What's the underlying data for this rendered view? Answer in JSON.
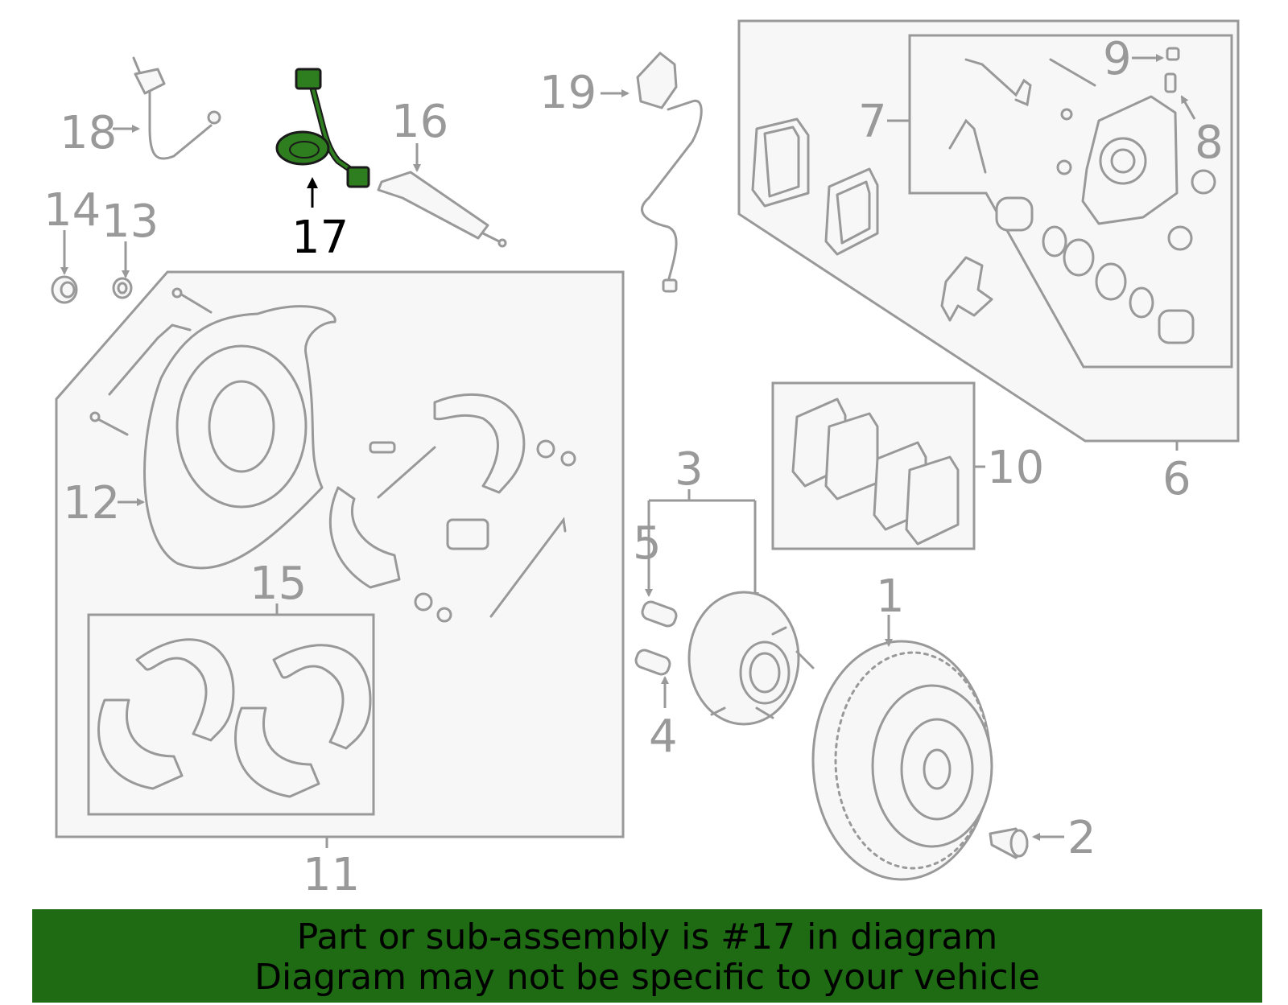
{
  "labels": {
    "l1": "1",
    "l2": "2",
    "l3": "3",
    "l4": "4",
    "l5": "5",
    "l6": "6",
    "l7": "7",
    "l8": "8",
    "l9": "9",
    "l10": "10",
    "l11": "11",
    "l12": "12",
    "l13": "13",
    "l14": "14",
    "l15": "15",
    "l16": "16",
    "l17": "17",
    "l18": "18",
    "l19": "19"
  },
  "highlight": {
    "part": "17",
    "color": "#2e7d1e"
  },
  "banner": {
    "line1": "Part or sub-assembly is #17 in diagram",
    "line2": "Diagram may not be specific to your vehicle",
    "color": "#1e6b14"
  },
  "colors": {
    "line": "#999999",
    "fill": "#f7f7f7"
  }
}
